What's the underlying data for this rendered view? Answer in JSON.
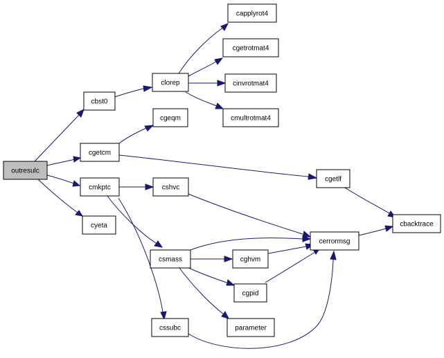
{
  "colors": {
    "edge": "#191970",
    "root_fill": "#bfbfbf",
    "node_fill": "#ffffff",
    "node_stroke": "#000000"
  },
  "nodes": {
    "outresulc": "outresulc",
    "cbst0": "cbst0",
    "cgetcm": "cgetcm",
    "cmkptc": "cmkptc",
    "cyeta": "cyeta",
    "clorep": "clorep",
    "capplyrot4": "capplyrot4",
    "cgetrotmat4": "cgetrotmat4",
    "cinvrotmat4": "cinvrotmat4",
    "cmultrotmat4": "cmultrotmat4",
    "cgeqm": "cgeqm",
    "cgetlf": "cgetlf",
    "cbacktrace": "cbacktrace",
    "cshvc": "cshvc",
    "cerrormsg": "cerrormsg",
    "csmass": "csmass",
    "cghvm": "cghvm",
    "cgpid": "cgpid",
    "parameter": "parameter",
    "cssubc": "cssubc"
  }
}
